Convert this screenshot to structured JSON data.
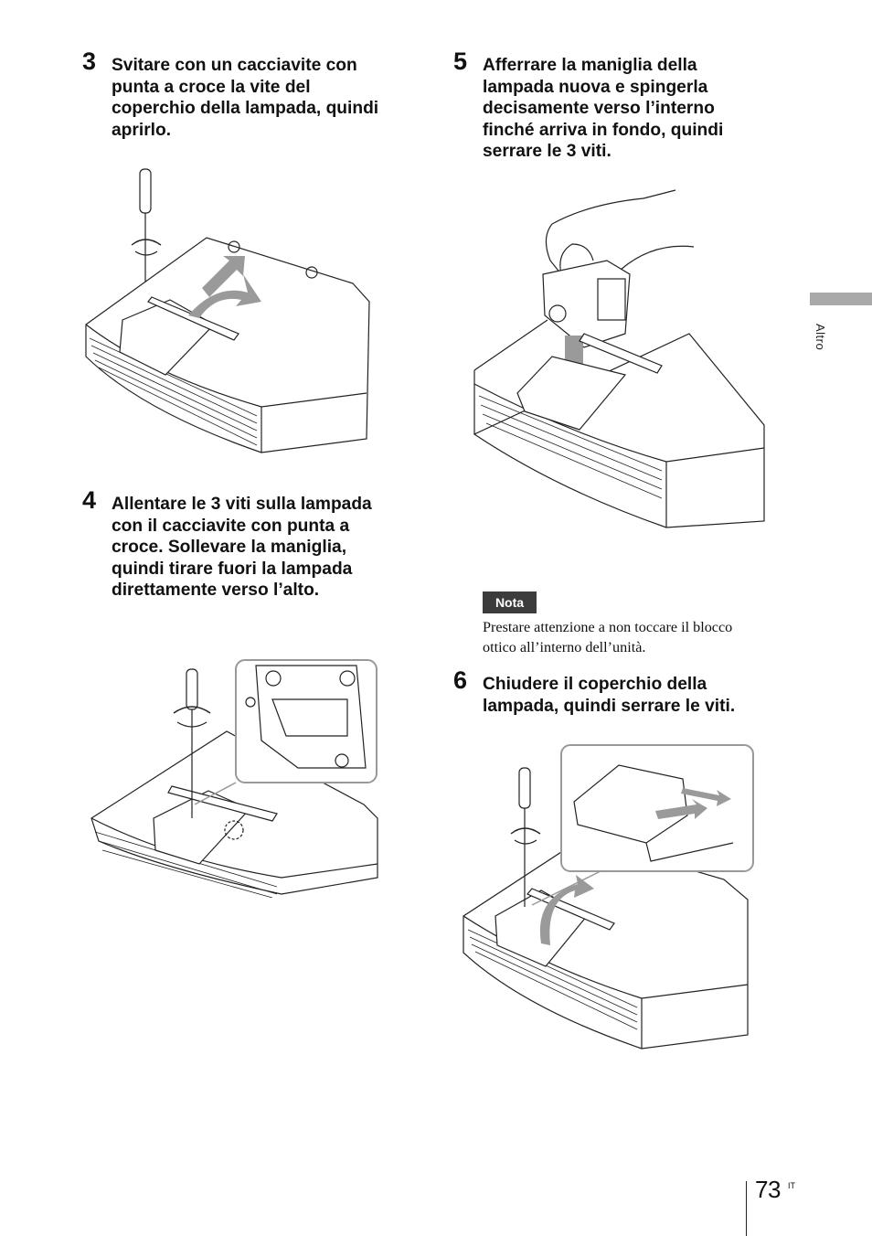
{
  "steps": [
    {
      "number": "3",
      "text": "Svitare con un cacciavite con\npunta a croce la vite del\ncoperchio della lampada, quindi\naprirlo."
    },
    {
      "number": "4",
      "text": "Allentare le 3 viti sulla lampada\ncon il cacciavite con punta a\ncroce. Sollevare la maniglia,\nquindi tirare fuori la lampada\ndirettamente verso l’alto."
    },
    {
      "number": "5",
      "text": "Afferrare la maniglia della\nlampada nuova e spingerla\ndecisamente verso l’interno\nfinché arriva in fondo, quindi\nserrare le 3 viti."
    },
    {
      "number": "6",
      "text": "Chiudere il coperchio della\nlampada, quindi serrare le viti."
    }
  ],
  "note": {
    "label": "Nota",
    "text": "Prestare attenzione a non toccare il blocco\nottico all’interno dell’unità."
  },
  "section_tab": "Altro",
  "page": {
    "number": "73",
    "lang": "IT"
  },
  "colors": {
    "tab": "#a9a9a9",
    "badge": "#3c3c3c",
    "arrow": "#9a9a9a"
  }
}
